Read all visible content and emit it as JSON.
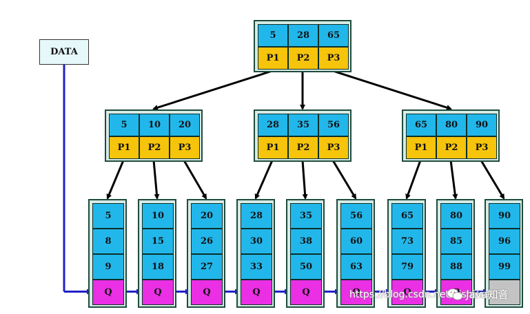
{
  "data_label": "DATA",
  "root": {
    "keys": [
      "5",
      "28",
      "65"
    ],
    "pointers": [
      "P1",
      "P2",
      "P3"
    ]
  },
  "internal": [
    {
      "keys": [
        "5",
        "10",
        "20"
      ],
      "pointers": [
        "P1",
        "P2",
        "P3"
      ]
    },
    {
      "keys": [
        "28",
        "35",
        "56"
      ],
      "pointers": [
        "P1",
        "P2",
        "P3"
      ]
    },
    {
      "keys": [
        "65",
        "80",
        "90"
      ],
      "pointers": [
        "P1",
        "P2",
        "P3"
      ]
    }
  ],
  "leaves": [
    {
      "keys": [
        "5",
        "8",
        "9"
      ],
      "pointer": "Q"
    },
    {
      "keys": [
        "10",
        "15",
        "18"
      ],
      "pointer": "Q"
    },
    {
      "keys": [
        "20",
        "26",
        "27"
      ],
      "pointer": "Q"
    },
    {
      "keys": [
        "28",
        "30",
        "33"
      ],
      "pointer": "Q"
    },
    {
      "keys": [
        "35",
        "38",
        "50"
      ],
      "pointer": "Q"
    },
    {
      "keys": [
        "56",
        "60",
        "63"
      ],
      "pointer": "Q"
    },
    {
      "keys": [
        "65",
        "73",
        "79"
      ],
      "pointer": "Q"
    },
    {
      "keys": [
        "80",
        "85",
        "88"
      ],
      "pointer": "Q"
    },
    {
      "keys": [
        "90",
        "96",
        "99"
      ],
      "pointer": ""
    }
  ],
  "watermark": {
    "url_text": "https://blog.csdn.net/bishi/cache",
    "badge_text": "Java知音"
  },
  "colors": {
    "key_cell": "#22b7ea",
    "pointer_cell": "#f6c40a",
    "leaf_pointer": "#ea2fe4",
    "tree_edge": "#000000",
    "data_link": "#2020c8"
  }
}
